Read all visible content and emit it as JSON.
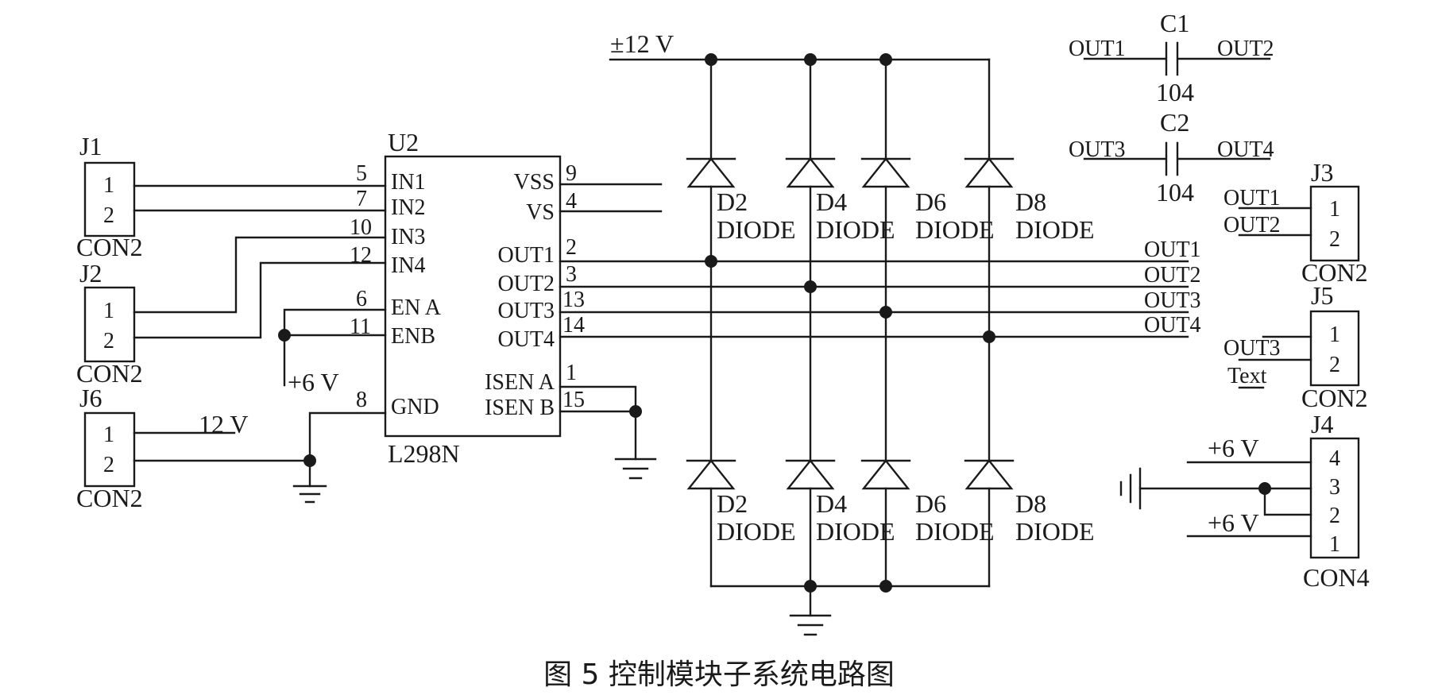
{
  "caption": "图 5   控制模块子系统电路图",
  "labels": {
    "j1_ref": "J1",
    "j2_ref": "J2",
    "j6_ref": "J6",
    "j3_ref": "J3",
    "j5_ref": "J5",
    "j4_ref": "J4",
    "u2_ref": "U2",
    "u2_part": "L298N",
    "con2": "CON2",
    "con4": "CON4",
    "pin1": "1",
    "pin2": "2",
    "pin3": "3",
    "pin4": "4",
    "n5": "5",
    "n7": "7",
    "n10": "10",
    "n12": "12",
    "n6": "6",
    "n11": "11",
    "n8": "8",
    "n9": "9",
    "n4": "4",
    "n2": "2",
    "n3": "3",
    "n13": "13",
    "n14": "14",
    "n1": "1",
    "n15": "15",
    "in1": "IN1",
    "in2": "IN2",
    "in3": "IN3",
    "in4": "IN4",
    "ena": "EN A",
    "enb": "ENB",
    "gnd": "GND",
    "vss": "VSS",
    "vs": "VS",
    "out1": "OUT1",
    "out2": "OUT2",
    "out3": "OUT3",
    "out4": "OUT4",
    "isena": "ISEN A",
    "isenb": "ISEN B",
    "v12pm": "±12 V",
    "v12": "12 V",
    "v6": "+6 V",
    "d2": "D2",
    "d4": "D4",
    "d6": "D6",
    "d8": "D8",
    "diode": "DIODE",
    "c1": "C1",
    "c2": "C2",
    "c104": "104",
    "text": "Text"
  }
}
